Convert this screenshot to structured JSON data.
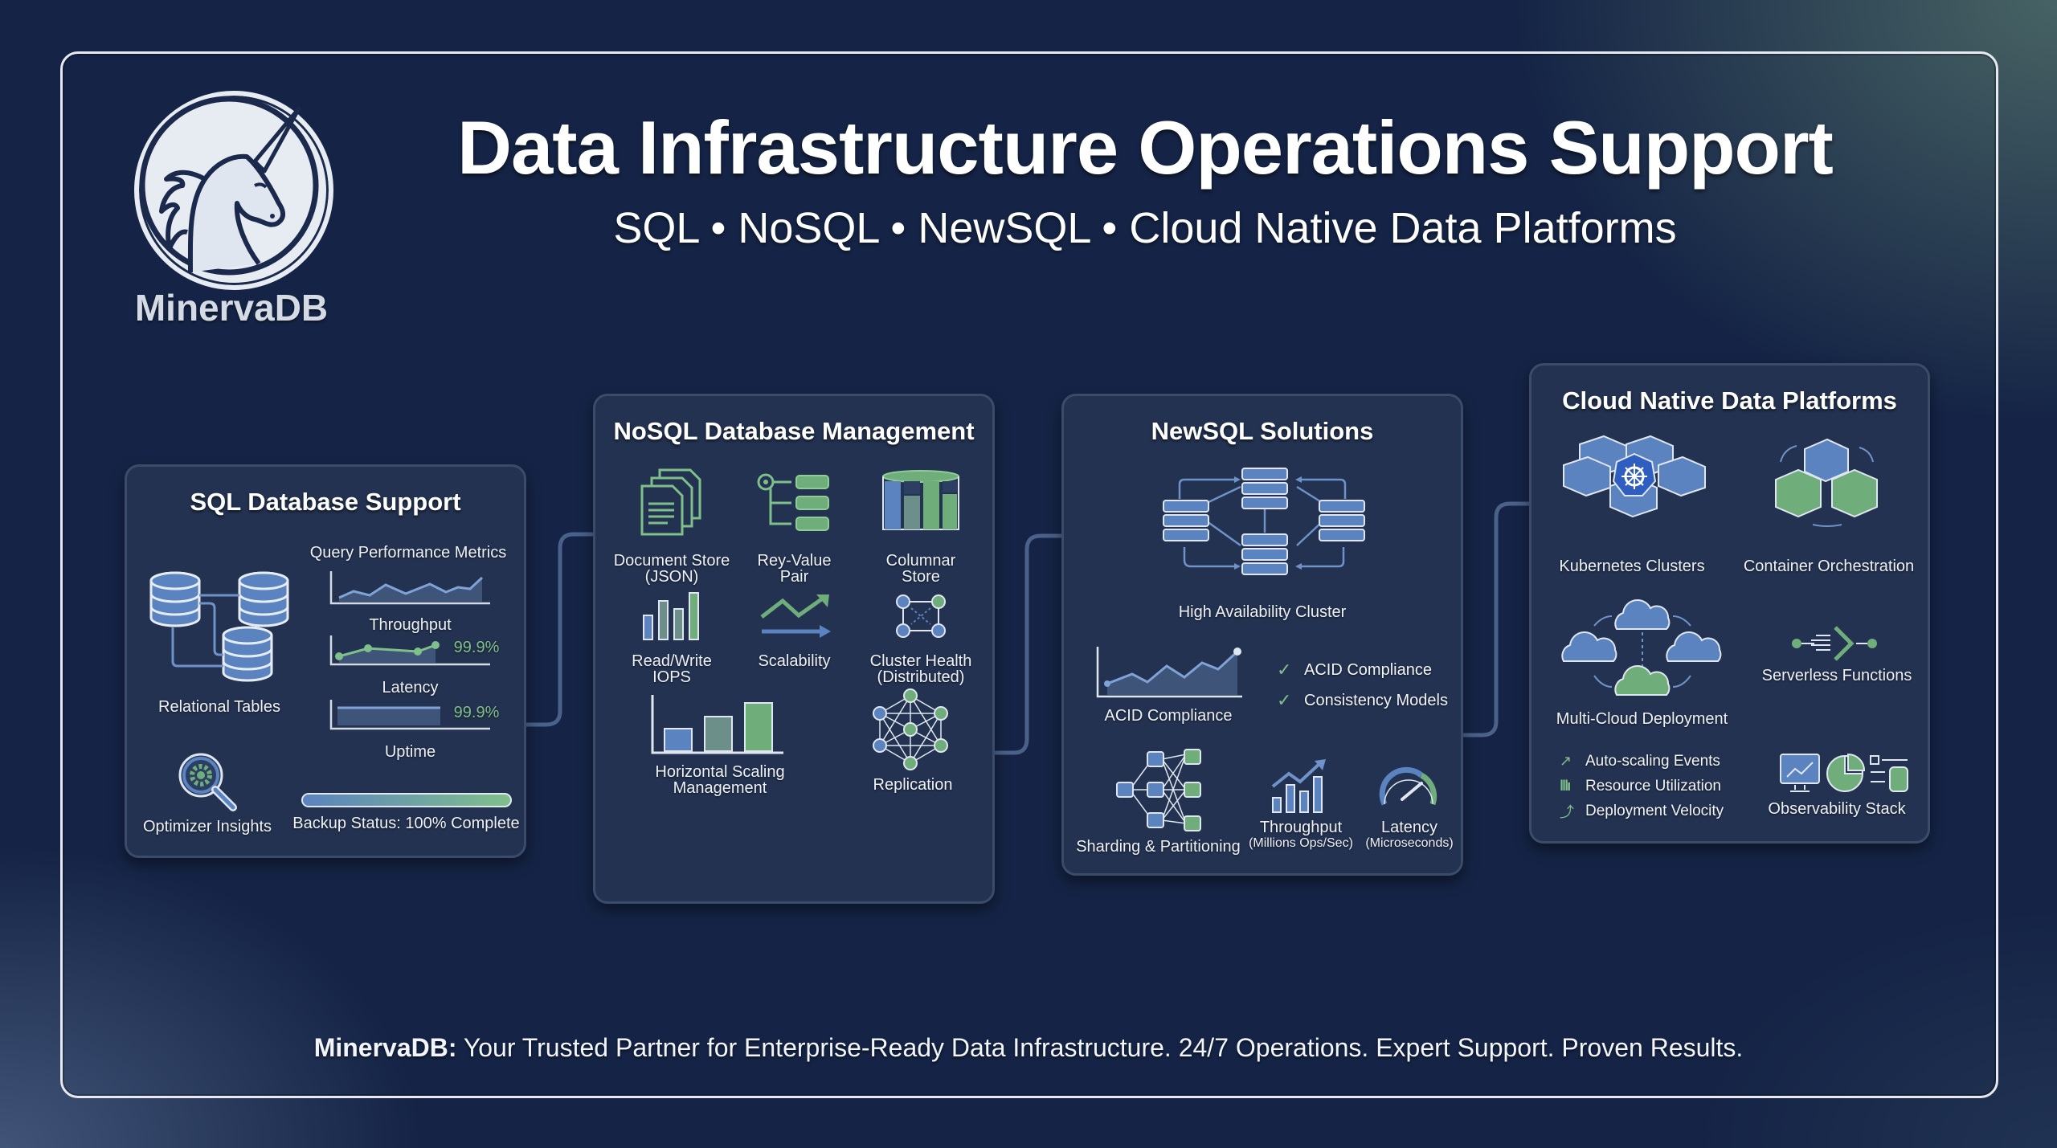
{
  "brand": {
    "logo_icon": "unicorn-icon",
    "name": "MinervaDB"
  },
  "header": {
    "title": "Data Infrastructure Operations Support",
    "subtitle": "SQL • NoSQL • NewSQL • Cloud Native Data Platforms"
  },
  "colors": {
    "background": "#152446",
    "panel": "#233250",
    "panel_border": "#3b4c6b",
    "accent_blue": "#5b83c0",
    "accent_green": "#6fae7a",
    "frame_border": "#e6eaf0"
  },
  "panels": {
    "sql": {
      "title": "SQL Database Support",
      "relational_tables": {
        "icon": "database-cylinders-icon",
        "label": "Relational Tables"
      },
      "metrics": {
        "heading": "Query Performance Metrics",
        "throughput": {
          "label": "Throughput",
          "icon": "area-chart-icon"
        },
        "latency": {
          "label": "Latency",
          "value": "99.9%",
          "icon": "line-chart-icon"
        },
        "uptime": {
          "label": "Uptime",
          "value": "99.9%",
          "icon": "bar-fill-icon"
        }
      },
      "optimizer": {
        "icon": "magnifier-gear-icon",
        "label": "Optimizer Insights"
      },
      "backup": {
        "label": "Backup Status: 100% Complete",
        "percent": 100
      }
    },
    "nosql": {
      "title": "NoSQL Database Management",
      "items": [
        {
          "icon": "documents-icon",
          "line1": "Document Store",
          "line2": "(JSON)"
        },
        {
          "icon": "key-value-icon",
          "line1": "Rey-Value",
          "line2": "Pair"
        },
        {
          "icon": "columnar-store-icon",
          "line1": "Columnar",
          "line2": "Store"
        },
        {
          "icon": "bar-chart-icon",
          "line1": "Read/Write",
          "line2": "IOPS"
        },
        {
          "icon": "trend-arrow-icon",
          "line1": "Scalability",
          "line2": ""
        },
        {
          "icon": "cluster-nodes-icon",
          "line1": "Cluster Health",
          "line2": "(Distributed)"
        },
        {
          "icon": "horizontal-scaling-chart-icon",
          "line1": "Horizontal Scaling",
          "line2": "Management"
        },
        {
          "icon": "mesh-network-icon",
          "line1": "Replication",
          "line2": ""
        }
      ]
    },
    "newsql": {
      "title": "NewSQL Solutions",
      "cluster": {
        "icon": "server-cluster-icon",
        "label": "High Availability Cluster"
      },
      "acid_chart": {
        "icon": "area-chart-icon",
        "label": "ACID Compliance"
      },
      "checklist": [
        "ACID Compliance",
        "Consistency Models"
      ],
      "sharding": {
        "icon": "sharding-network-icon",
        "label": "Sharding & Partitioning"
      },
      "throughput": {
        "icon": "growth-bars-icon",
        "label": "Throughput",
        "sub": "(Millions Ops/Sec)"
      },
      "latency": {
        "icon": "gauge-icon",
        "label": "Latency",
        "sub": "(Microseconds)"
      }
    },
    "cloud": {
      "title": "Cloud Native Data Platforms",
      "kubernetes": {
        "icon": "kubernetes-cubes-icon",
        "label": "Kubernetes Clusters"
      },
      "containers": {
        "icon": "container-cubes-icon",
        "label": "Container Orchestration"
      },
      "multicloud": {
        "icon": "multi-cloud-icon",
        "label": "Multi-Cloud Deployment"
      },
      "serverless": {
        "icon": "serverless-function-icon",
        "label": "Serverless Functions"
      },
      "metrics": [
        {
          "icon": "arrow-up-right-icon",
          "label": "Auto-scaling Events"
        },
        {
          "icon": "bars-icon",
          "label": "Resource Utilization"
        },
        {
          "icon": "trend-line-icon",
          "label": "Deployment Velocity"
        }
      ],
      "observability": {
        "icon": "monitor-pie-list-icon",
        "label": "Observability Stack"
      }
    }
  },
  "footer": {
    "brand": "MinervaDB:",
    "text": " Your Trusted Partner for Enterprise-Ready Data Infrastructure. 24/7 Operations. Expert Support. Proven Results."
  }
}
